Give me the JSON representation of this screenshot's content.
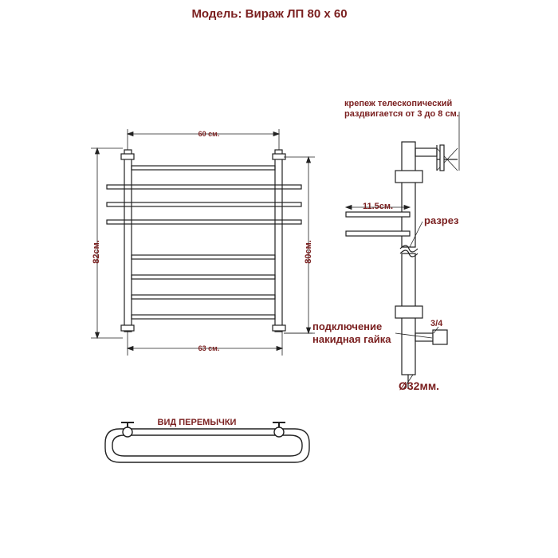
{
  "title": "Модель: Вираж ЛП 80 х 60",
  "colors": {
    "label": "#7a1f1f",
    "line": "#222222"
  },
  "front_view": {
    "width_top": "60 см.",
    "width_bottom": "63 см.",
    "height_outer": "82см.",
    "height_inner": "80см."
  },
  "side_view": {
    "mount_label_line1": "крепеж телескопический",
    "mount_label_line2": "раздвигается от 3 до 8 см.",
    "shelf_depth": "11.5см.",
    "cut_label": "разрез",
    "thread_size": "3/4",
    "connection_line1": "подключение",
    "connection_line2": "накидная гайка",
    "pipe_diameter": "Ø32мм."
  },
  "jumper_view": {
    "label": "ВИД ПЕРЕМЫЧКИ"
  }
}
